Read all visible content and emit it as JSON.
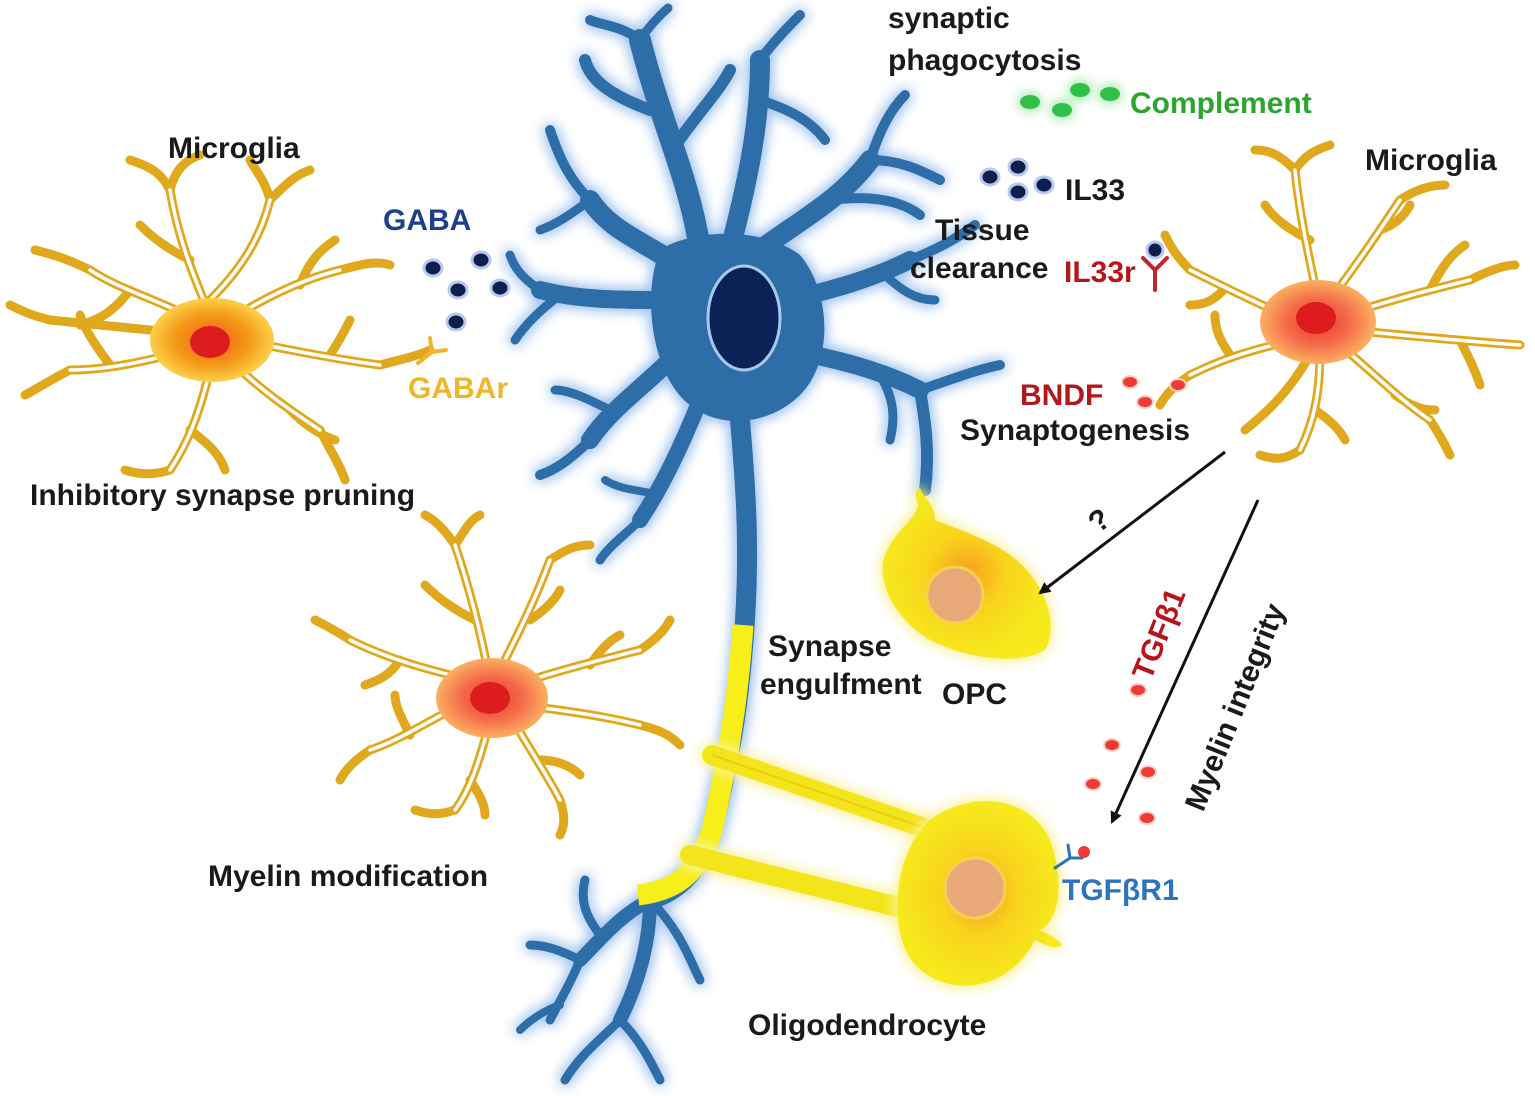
{
  "labels": {
    "microglia_left": "Microglia",
    "microglia_right": "Microglia",
    "gaba": "GABA",
    "gabar": "GABAr",
    "inhibitory": "Inhibitory synapse pruning",
    "synaptic_line1": "synaptic",
    "synaptic_line2": "phagocytosis",
    "complement": "Complement",
    "il33": "IL33",
    "tissue_line1": "Tissue",
    "tissue_line2": "clearance",
    "il33r": "IL33r",
    "bndf": "BNDF",
    "synaptogenesis": "Synaptogenesis",
    "question": "?",
    "tgfb1": "TGFβ1",
    "myelin_integrity": "Myelin integrity",
    "synapse_line1": "Synapse",
    "synapse_line2": "engulfment",
    "opc": "OPC",
    "myelin_mod": "Myelin modification",
    "tgfbr1": "TGFβR1",
    "oligo": "Oligodendrocyte"
  },
  "colors": {
    "neuron": "#2f6ea8",
    "neuron_glow": "#a8c8ee",
    "nucleus": "#0b2257",
    "microglia_branch": "#e0a81c",
    "microglia_fill": "#ffffff",
    "microglia_body_orange": "#f39a18",
    "microglia_body_red": "#f05a3a",
    "microglia_nucleus": "#dd1d1d",
    "myelin": "#f7ee1a",
    "opc_body": "#f4e41a",
    "opc_nucleus": "#e8a878",
    "label_dark": "#1a1a1a",
    "label_blue": "#1e3f8a",
    "label_green": "#2aa52e",
    "label_red": "#b3161b",
    "label_orange": "#f0b62a",
    "label_tgfbr": "#2e74bd",
    "dot_navy": "#0e1f4d",
    "dot_green": "#2ec04a",
    "dot_red": "#ef3b35"
  }
}
